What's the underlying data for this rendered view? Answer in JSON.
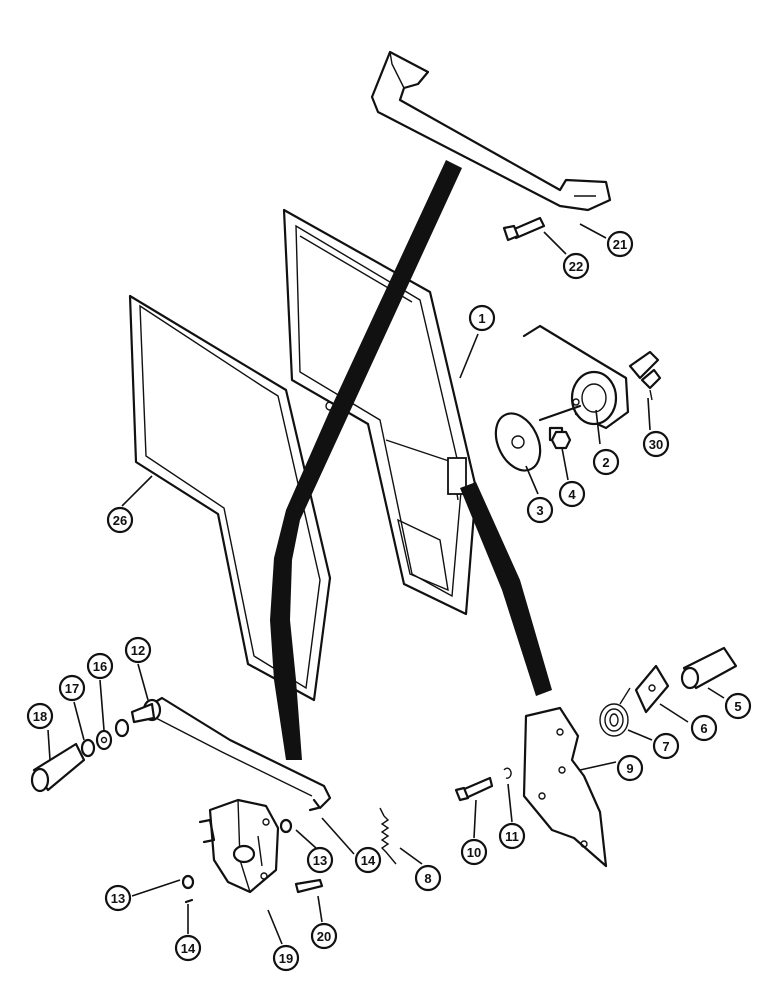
{
  "diagram": {
    "callouts": [
      {
        "id": "c1",
        "label": "1"
      },
      {
        "id": "c2",
        "label": "2"
      },
      {
        "id": "c3",
        "label": "3"
      },
      {
        "id": "c4",
        "label": "4"
      },
      {
        "id": "c5",
        "label": "5"
      },
      {
        "id": "c6",
        "label": "6"
      },
      {
        "id": "c7",
        "label": "7"
      },
      {
        "id": "c8",
        "label": "8"
      },
      {
        "id": "c9",
        "label": "9"
      },
      {
        "id": "c10",
        "label": "10"
      },
      {
        "id": "c11",
        "label": "11"
      },
      {
        "id": "c12",
        "label": "12"
      },
      {
        "id": "c13a",
        "label": "13"
      },
      {
        "id": "c13b",
        "label": "13"
      },
      {
        "id": "c14a",
        "label": "14"
      },
      {
        "id": "c14b",
        "label": "14"
      },
      {
        "id": "c16",
        "label": "16"
      },
      {
        "id": "c17",
        "label": "17"
      },
      {
        "id": "c18",
        "label": "18"
      },
      {
        "id": "c19",
        "label": "19"
      },
      {
        "id": "c20",
        "label": "20"
      },
      {
        "id": "c21",
        "label": "21"
      },
      {
        "id": "c22",
        "label": "22"
      },
      {
        "id": "c26",
        "label": "26"
      },
      {
        "id": "c30",
        "label": "30"
      }
    ]
  }
}
